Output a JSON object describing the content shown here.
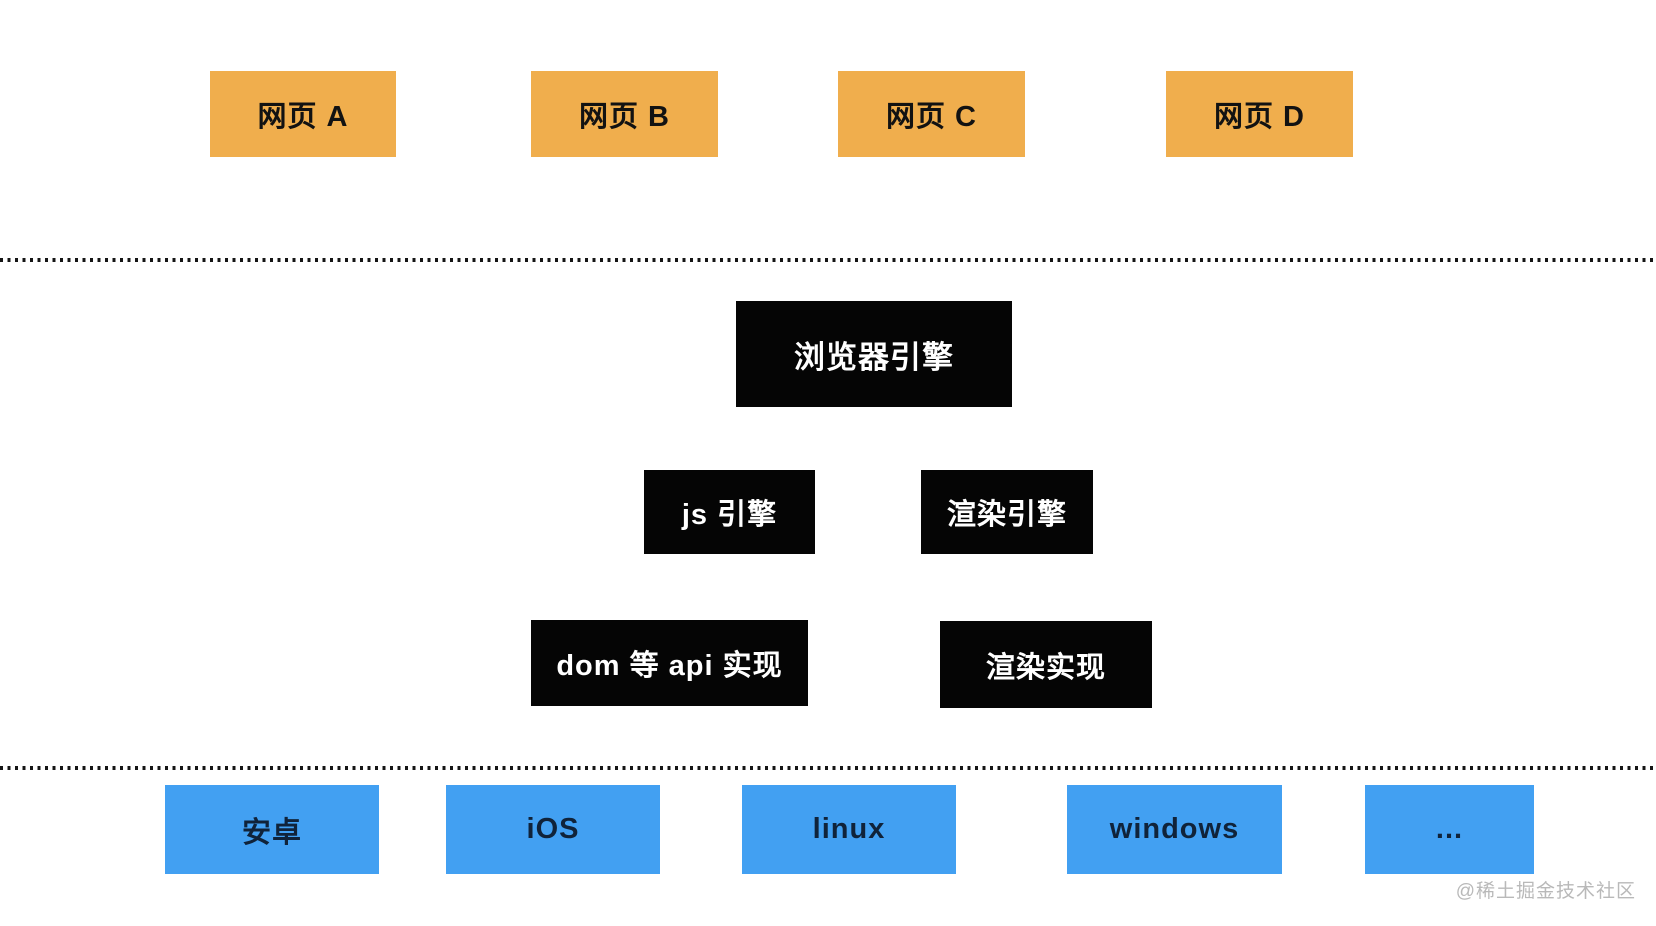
{
  "diagram_title": "browser-architecture-layers",
  "colors": {
    "webpage_box": "#F0AE4D",
    "engine_box": "#050505",
    "os_box": "#42A0F2",
    "divider_dots": "#151515",
    "watermark_text": "#B9B9B9",
    "background": "#FFFFFF"
  },
  "web_pages": [
    {
      "label": "网页 A"
    },
    {
      "label": "网页 B"
    },
    {
      "label": "网页 C"
    },
    {
      "label": "网页 D"
    }
  ],
  "engine_layer": {
    "root": {
      "label": "浏览器引擎"
    },
    "engines": [
      {
        "label": "js 引擎"
      },
      {
        "label": "渲染引擎"
      }
    ],
    "implementations": [
      {
        "label": "dom 等 api 实现"
      },
      {
        "label": "渲染实现"
      }
    ]
  },
  "platforms": [
    {
      "label": "安卓"
    },
    {
      "label": "iOS"
    },
    {
      "label": "linux"
    },
    {
      "label": "windows"
    },
    {
      "label": "..."
    }
  ],
  "watermark": {
    "label": "@稀土掘金技术社区"
  }
}
